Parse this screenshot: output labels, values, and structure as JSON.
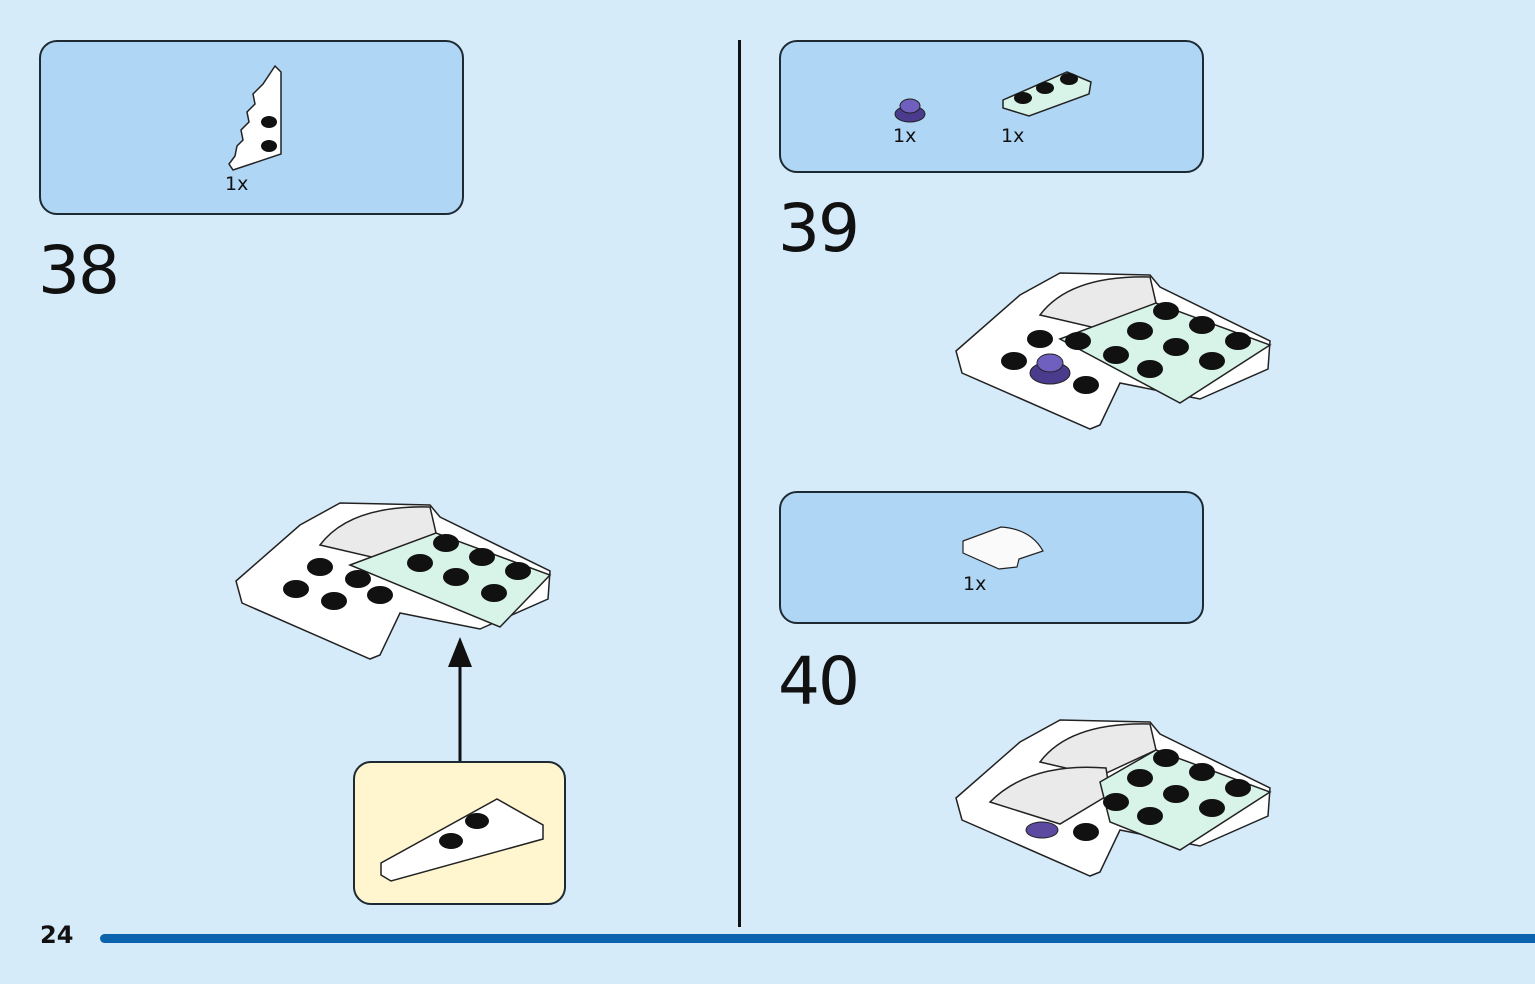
{
  "page": {
    "number": "24"
  },
  "steps": [
    {
      "number": "38",
      "parts": [
        {
          "qty": "1x",
          "icon": "white-wedge-plate-icon"
        }
      ],
      "callout_part": "white-wedge-plate-icon"
    },
    {
      "number": "39",
      "parts": [
        {
          "qty": "1x",
          "icon": "purple-round-plate-icon"
        },
        {
          "qty": "1x",
          "icon": "mint-plate-1x3-icon"
        }
      ]
    },
    {
      "number": "40",
      "parts": [
        {
          "qty": "1x",
          "icon": "white-curved-slope-icon"
        }
      ]
    }
  ],
  "colors": {
    "background": "#d6ebfa",
    "parts_box": "#b0d6f5",
    "callout": "#fff6cf",
    "progress_bar": "#0b62ad",
    "mint": "#d8f3e8",
    "purple": "#5b4aa0"
  }
}
